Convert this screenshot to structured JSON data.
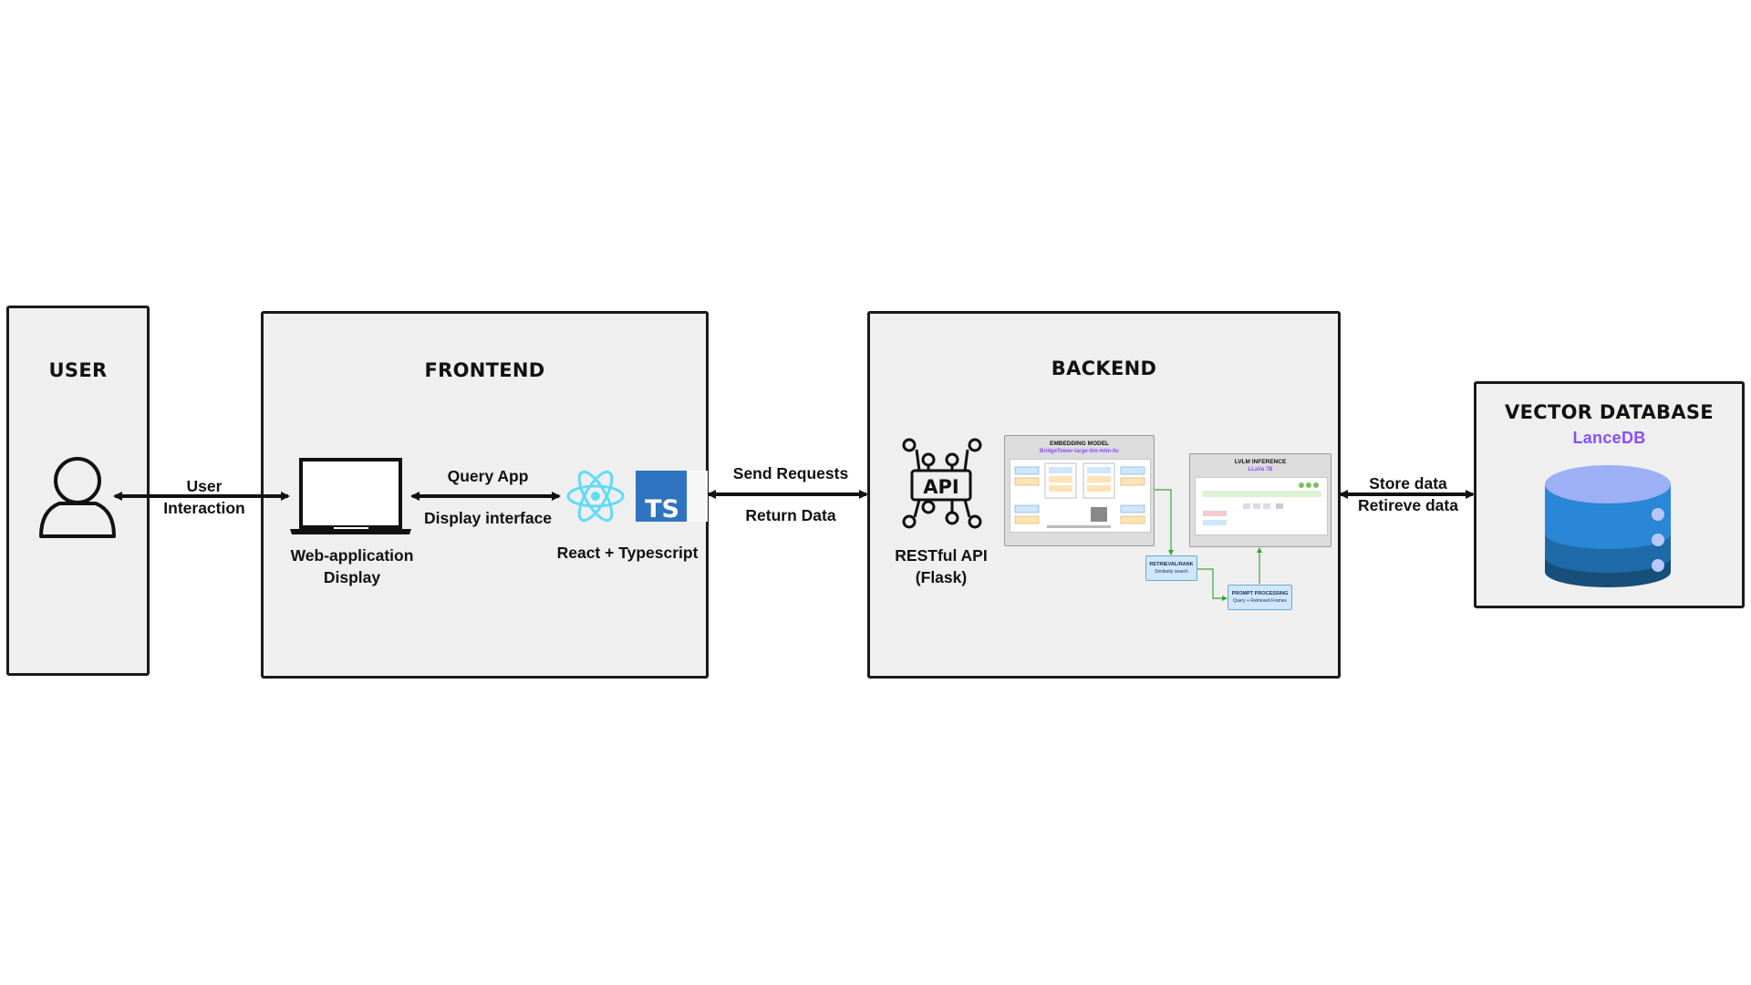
{
  "panels": {
    "user": {
      "title": "USER"
    },
    "frontend": {
      "title": "FRONTEND"
    },
    "backend": {
      "title": "BACKEND"
    },
    "database": {
      "title": "VECTOR DATABASE",
      "subtitle": "LanceDB"
    }
  },
  "icons": {
    "user": "user-icon",
    "laptop": "laptop-icon",
    "react": "react-logo-icon",
    "typescript": "typescript-logo-icon",
    "api": "api-icon",
    "database": "database-icon"
  },
  "icon_text": {
    "typescript": "TS",
    "api": "API"
  },
  "labels": {
    "user_interaction": [
      "User",
      "Interaction"
    ],
    "query_app": "Query App",
    "display_interface": "Display interface",
    "web_app": [
      "Web-application",
      "Display"
    ],
    "react_ts": "React + Typescript",
    "send_requests": "Send Requests",
    "return_data": "Return Data",
    "restful_api": [
      "RESTful API",
      "(Flask)"
    ],
    "store_data": "Store data",
    "retrieve_data": "Retireve data"
  },
  "backend_pipeline": {
    "embedding": {
      "title": "EMBEDDING MODEL",
      "model": "BridgeTower-large-itm-mlm-itc"
    },
    "lvlm": {
      "title": "LVLM INFERENCE",
      "model": "LLaVa 7B"
    },
    "retrieval": {
      "title": "RETRIEVAL/RANK",
      "sub": "Similarity search"
    },
    "prompt": {
      "title": "PROMPT PROCESSING",
      "sub": "Query + Retrieved Frames"
    }
  },
  "colors": {
    "panel_bg": "#efefef",
    "accent_purple": "#8b4dff",
    "react_blue": "#61dafb",
    "ts_blue": "#2f74c0",
    "db_top": "#9db0f5",
    "db_layer1": "#2a86d6",
    "db_layer2": "#1f6aa8",
    "db_layer3": "#174e7a",
    "pipeline_arrow": "#3aa53a"
  }
}
